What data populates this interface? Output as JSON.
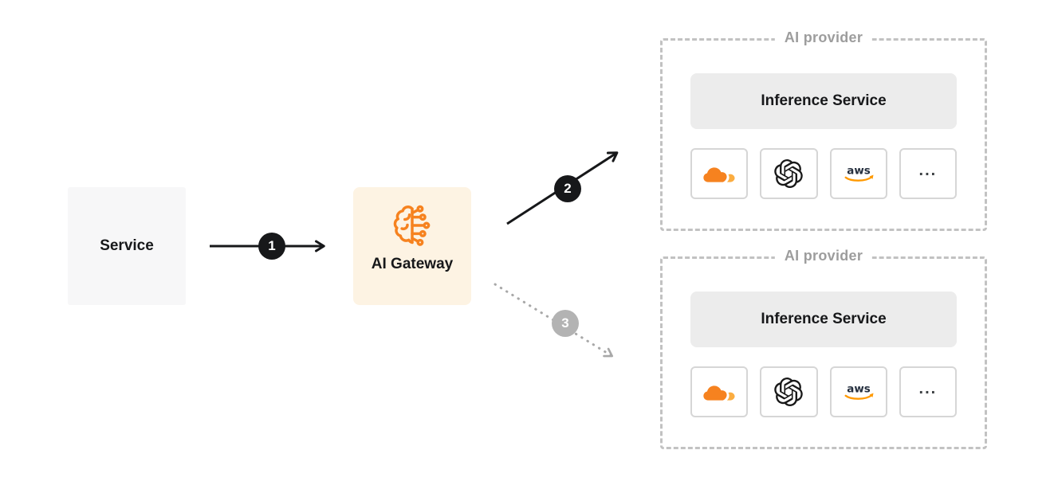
{
  "service": {
    "label": "Service"
  },
  "gateway": {
    "label": "AI Gateway"
  },
  "arrows": {
    "step1": "1",
    "step2": "2",
    "step3": "3"
  },
  "providers": [
    {
      "title": "AI provider",
      "inference_label": "Inference Service",
      "logos": [
        "cloudflare",
        "openai",
        "aws",
        "more"
      ],
      "aws_text": "aws",
      "more_label": "..."
    },
    {
      "title": "AI provider",
      "inference_label": "Inference Service",
      "logos": [
        "cloudflare",
        "openai",
        "aws",
        "more"
      ],
      "aws_text": "aws",
      "more_label": "..."
    }
  ],
  "colors": {
    "accent_orange": "#F6821F",
    "accent_orange_light": "#FBAD41",
    "aws_orange": "#FF9900",
    "aws_navy": "#252F3E",
    "badge_dark": "#17181a",
    "badge_gray": "#b3b3b3",
    "dashed_border": "#c2c2c2",
    "gateway_bg": "#fdf3e3",
    "service_bg": "#f7f7f8",
    "bar_bg": "#ececec"
  }
}
